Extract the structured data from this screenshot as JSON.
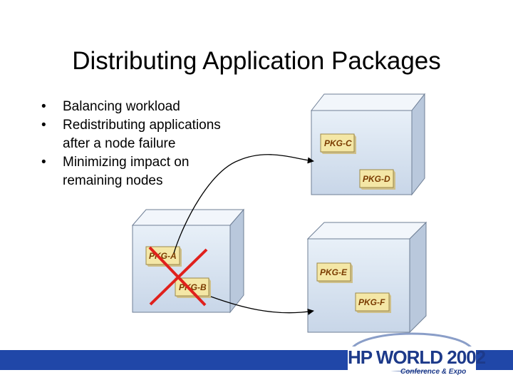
{
  "slide": {
    "title": "Distributing Application Packages",
    "bullets": [
      {
        "lines": [
          "Balancing workload"
        ]
      },
      {
        "lines": [
          "Redistributing applications",
          "after a node failure"
        ]
      },
      {
        "lines": [
          "Minimizing impact on",
          "remaining nodes"
        ]
      }
    ]
  },
  "diagram": {
    "nodes": [
      {
        "id": "node-left",
        "state": "failed",
        "packages": [
          "PKG-A",
          "PKG-B"
        ]
      },
      {
        "id": "node-top-right",
        "state": "running",
        "packages": [
          "PKG-C",
          "PKG-D"
        ]
      },
      {
        "id": "node-bottom-right",
        "state": "running",
        "packages": [
          "PKG-E",
          "PKG-F"
        ]
      }
    ],
    "packages": {
      "a": "PKG-A",
      "b": "PKG-B",
      "c": "PKG-C",
      "d": "PKG-D",
      "e": "PKG-E",
      "f": "PKG-F"
    },
    "failure_mark_color": "#e0201c",
    "package_box_color": "#f4e7a6",
    "node_color": "#d8e4f2"
  },
  "footer": {
    "logo_main": "HP WORLD 2002",
    "logo_sub": "Conference & Expo",
    "bar_color": "#2047a8"
  }
}
